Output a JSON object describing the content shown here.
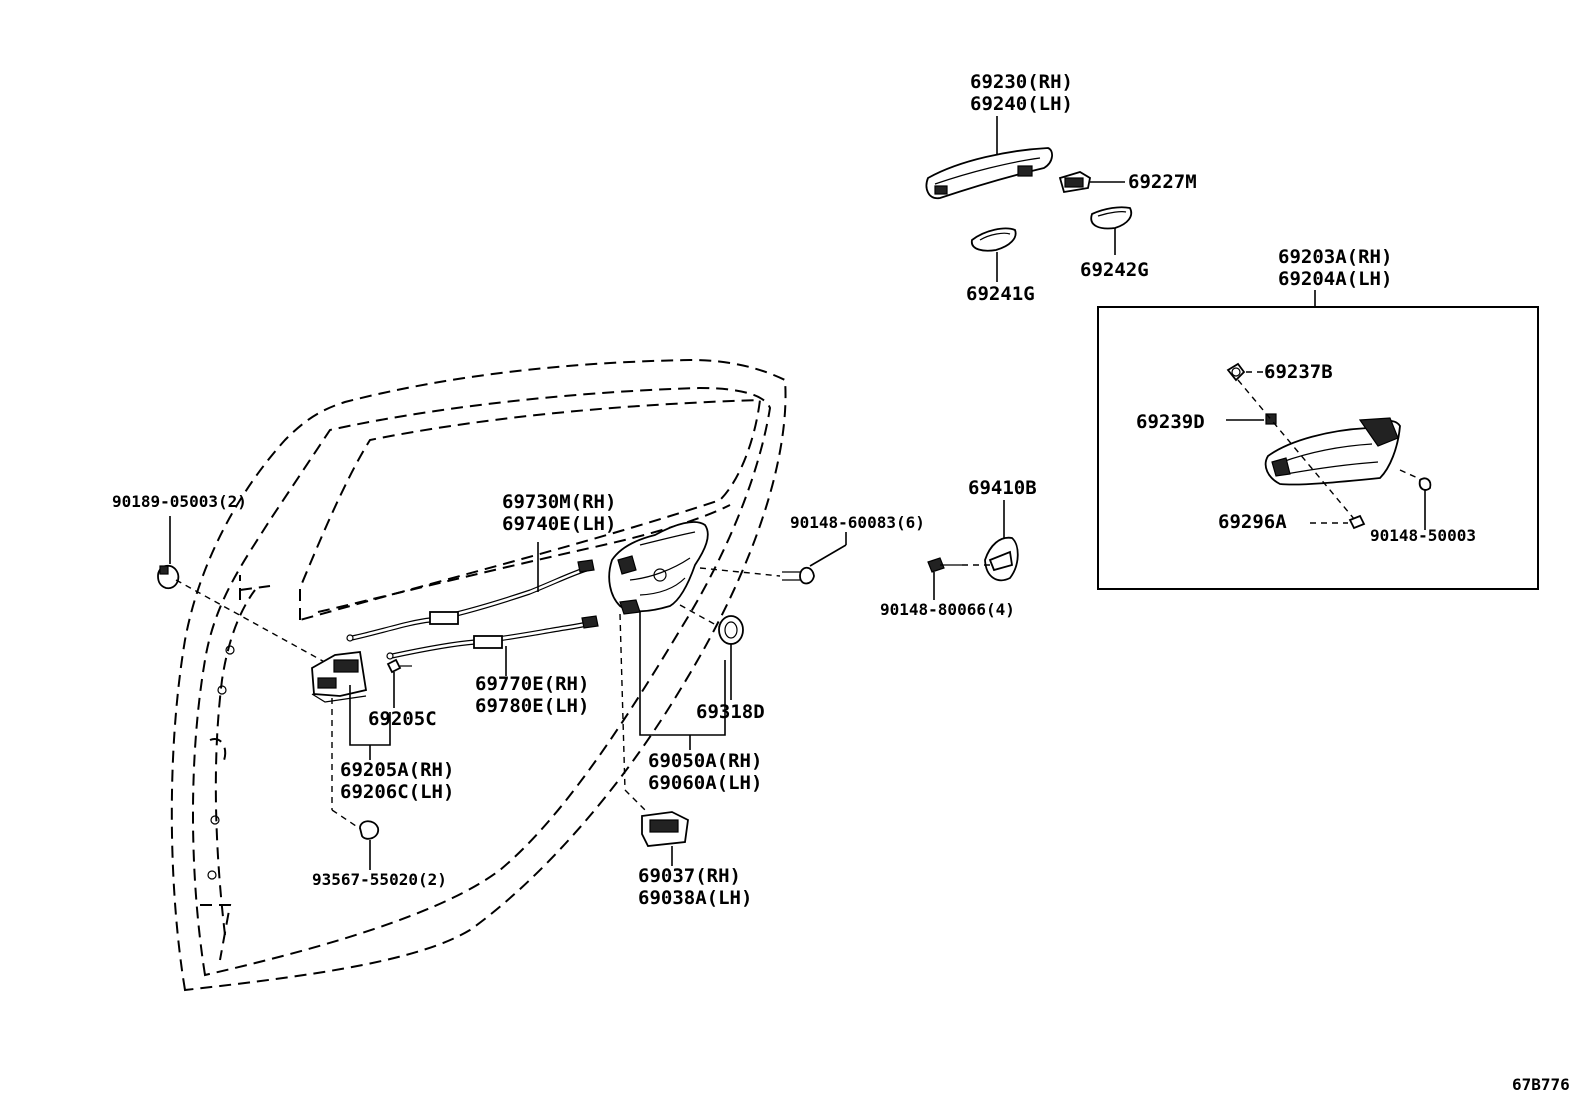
{
  "diagram_code": "67B776",
  "parts": {
    "outer_handle": [
      "69230(RH)",
      "69240(LH)"
    ],
    "handle_cap": "69227M",
    "pad_front": "69241G",
    "pad_rear": "69242G",
    "frame_assy": [
      "69203A(RH)",
      "69204A(LH)"
    ],
    "frame_clip": "69237B",
    "frame_nut": "69239D",
    "frame_screw": "69296A",
    "frame_bolt": "90148-50003",
    "striker": "69410B",
    "striker_screw": "90148-80066(4)",
    "lock_screw": "90148-60083(6)",
    "clip_left": "90189-05003(2)",
    "cable_upper": [
      "69730M(RH)",
      "69740E(LH)"
    ],
    "cable_lower": [
      "69770E(RH)",
      "69780E(LH)"
    ],
    "inner_handle_screw": "69205C",
    "inner_handle": [
      "69205A(RH)",
      "69206C(LH)"
    ],
    "inner_handle_screw_bottom": "93567-55020(2)",
    "grommet": "69318D",
    "door_lock": [
      "69050A(RH)",
      "69060A(LH)"
    ],
    "lock_cover": [
      "69037(RH)",
      "69038A(LH)"
    ]
  }
}
